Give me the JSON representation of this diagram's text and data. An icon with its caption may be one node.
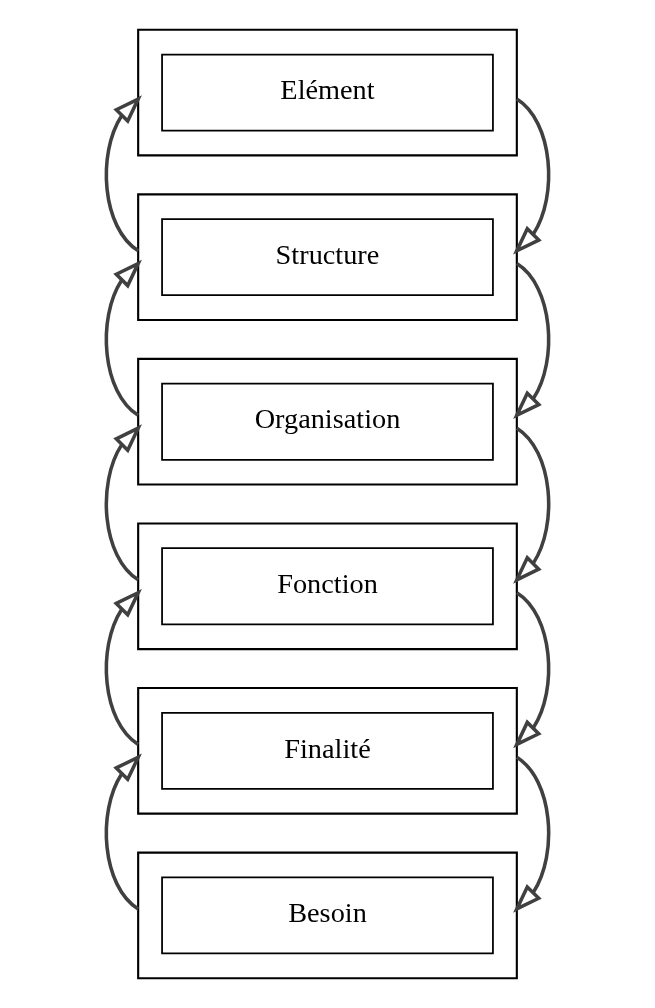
{
  "diagram": {
    "nodes": [
      {
        "text": [],
        "shape": "box"
      },
      {
        "text": [
          "Elément"
        ],
        "in": 0
      },
      {
        "text": [],
        "shape": "box"
      },
      {
        "text": [
          "Structure"
        ],
        "in": 2
      },
      {
        "text": [],
        "shape": "box"
      },
      {
        "text": [
          "Organisation"
        ],
        "in": 4
      },
      {
        "text": [],
        "shape": "box"
      },
      {
        "text": [
          "Fonction"
        ],
        "in": 6
      },
      {
        "text": [],
        "shape": "box"
      },
      {
        "text": [
          "Finalité"
        ],
        "in": 8
      },
      {
        "text": [],
        "shape": "box"
      },
      {
        "text": [
          "Besoin"
        ],
        "in": 10
      }
    ],
    "edges": [
      {
        "from": 0,
        "to": 2,
        "arrow": "to"
      },
      {
        "from": 2,
        "to": 0,
        "arrow": "to"
      },
      {
        "from": 2,
        "to": 4,
        "arrow": "to"
      },
      {
        "from": 4,
        "to": 2,
        "arrow": "to"
      },
      {
        "from": 4,
        "to": 6,
        "arrow": "to"
      },
      {
        "from": 6,
        "to": 4,
        "arrow": "to"
      },
      {
        "from": 6,
        "to": 8,
        "arrow": "to"
      },
      {
        "from": 8,
        "to": 6,
        "arrow": "to"
      },
      {
        "from": 8,
        "to": 10,
        "arrow": "to"
      },
      {
        "from": 10,
        "to": 8,
        "arrow": "to"
      }
    ]
  }
}
